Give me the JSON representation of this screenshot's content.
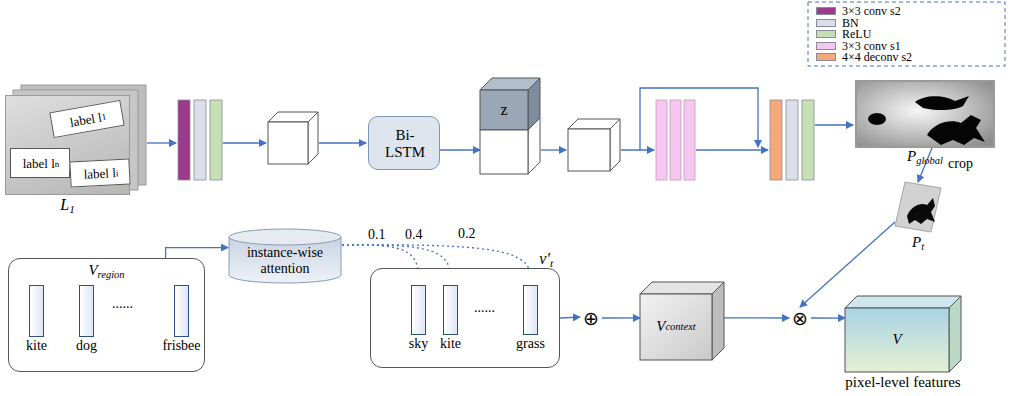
{
  "diagram": {
    "nodes": [
      {
        "text": [
          "L1"
        ]
      },
      {
        "text": [
          "label l1"
        ],
        "in": 0
      },
      {
        "text": [
          "label ln"
        ],
        "in": 0
      },
      {
        "text": [
          "label li"
        ],
        "in": 0
      },
      {
        "text": [
          "Bi- LSTM"
        ]
      },
      {
        "text": [
          "z"
        ]
      },
      {
        "text": [
          "Pglobal"
        ]
      },
      {
        "text": [
          "Pt"
        ]
      },
      {
        "text": [
          "Vregion"
        ]
      },
      {
        "text": [
          "kite"
        ],
        "in": 8
      },
      {
        "text": [
          "dog"
        ],
        "in": 8
      },
      {
        "text": [
          "frisbee"
        ],
        "in": 8
      },
      {
        "text": [
          "instance-wise attention"
        ]
      },
      {
        "text": [
          "v′t"
        ]
      },
      {
        "text": [
          "sky"
        ],
        "in": 13
      },
      {
        "text": [
          "kite"
        ],
        "in": 13
      },
      {
        "text": [
          "grass"
        ],
        "in": 13
      },
      {
        "text": [
          "⊕"
        ]
      },
      {
        "text": [
          "Vcontext"
        ]
      },
      {
        "text": [
          "⊗"
        ]
      },
      {
        "text": [
          "V",
          "pixel-level features"
        ]
      }
    ],
    "edges": [
      {
        "from": 4,
        "to": 5,
        "arrow": "to"
      },
      {
        "from": 6,
        "to": 7,
        "label": "crop",
        "arrow": "to"
      },
      {
        "from": 7,
        "to": 19,
        "arrow": "to"
      },
      {
        "from": 8,
        "to": 12,
        "arrow": "to"
      },
      {
        "from": 12,
        "to": 14,
        "label": "0.1",
        "arrow": "to"
      },
      {
        "from": 12,
        "to": 15,
        "label": "0.4",
        "arrow": "to"
      },
      {
        "from": 12,
        "to": 16,
        "label": "0.2",
        "arrow": "to"
      },
      {
        "from": 13,
        "to": 17,
        "arrow": "to"
      },
      {
        "from": 17,
        "to": 18,
        "arrow": "to"
      },
      {
        "from": 18,
        "to": 19,
        "arrow": "to"
      },
      {
        "from": 19,
        "to": 20,
        "arrow": "to"
      }
    ],
    "labels": [
      "......",
      "......"
    ],
    "legend": [
      {
        "text": "3×3 conv s2",
        "color": "#9b3b8a"
      },
      {
        "text": "BN",
        "color": "#d9dfea"
      },
      {
        "text": "ReLU",
        "color": "#c5e0b4"
      },
      {
        "text": "3×3 conv s1",
        "color": "#f5c6f0"
      },
      {
        "text": "4×4 deconv s2",
        "color": "#f4a97a"
      }
    ]
  }
}
